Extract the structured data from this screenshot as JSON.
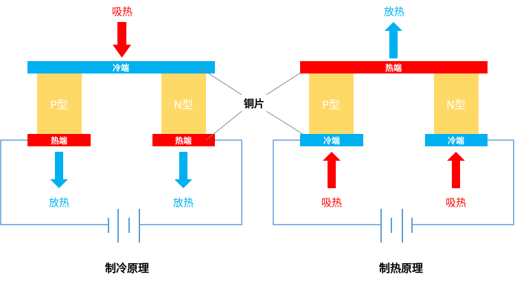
{
  "colors": {
    "cold": "#00B0F0",
    "hot": "#FF0000",
    "semiconductor": "#FFD966",
    "wire": "#5B9BD5",
    "leader": "#808080",
    "title": "#000000"
  },
  "left": {
    "title": "制冷原理",
    "top_label": "吸热",
    "top_plate": "冷端",
    "p_type": "P型",
    "n_type": "N型",
    "bottom_plate_left": "热端",
    "bottom_plate_right": "热端",
    "bottom_label_left": "放热",
    "bottom_label_right": "放热"
  },
  "right": {
    "title": "制热原理",
    "top_label": "放热",
    "top_plate": "热端",
    "p_type": "P型",
    "n_type": "N型",
    "bottom_plate_left": "冷端",
    "bottom_plate_right": "冷端",
    "bottom_label_left": "吸热",
    "bottom_label_right": "吸热"
  },
  "center_label": "铜片"
}
